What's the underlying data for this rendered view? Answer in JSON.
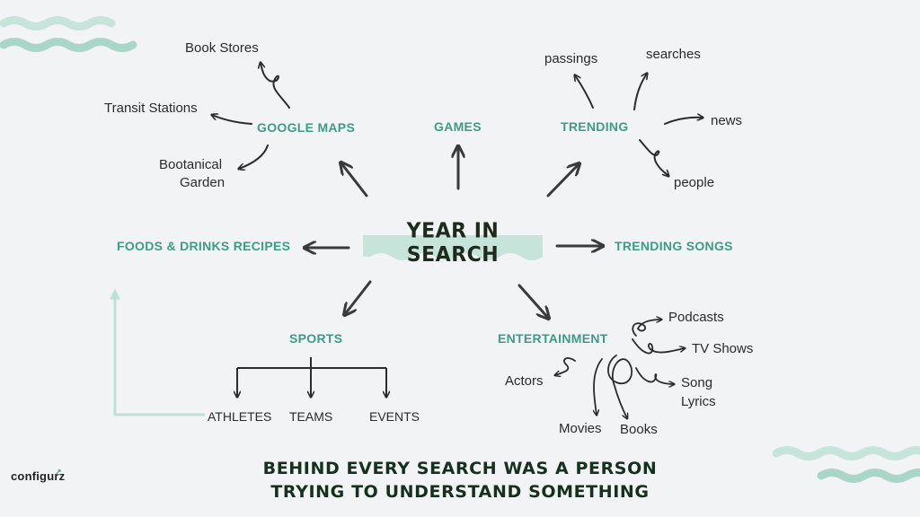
{
  "colors": {
    "background": "#f1f3f4",
    "accent": "#3e9c86",
    "wave": "#bfe0d4",
    "arrow": "#3a3a3a"
  },
  "center": {
    "title": "YEAR IN SEARCH"
  },
  "nodes": {
    "google_maps": "GOOGLE MAPS",
    "games": "GAMES",
    "trending": "TRENDING",
    "foods": "FOODS & DRINKS RECIPES",
    "trending_songs": "TRENDING SONGS",
    "sports": "SPORTS",
    "entertainment": "ENTERTAINMENT"
  },
  "google_maps_children": {
    "book_stores": "Book Stores",
    "transit_stations": "Transit Stations",
    "garden_line1": "Bootanical",
    "garden_line2": "Garden"
  },
  "trending_children": {
    "passings": "passings",
    "searches": "searches",
    "news": "news",
    "people": "people"
  },
  "sports_children": {
    "athletes": "ATHLETES",
    "teams": "TEAMS",
    "events": "EVENTS"
  },
  "entertainment_children": {
    "podcasts": "Podcasts",
    "tv_shows": "TV  Shows",
    "song_lyrics_line1": "Song",
    "song_lyrics_line2": "Lyrics",
    "actors": "Actors",
    "movies": "Movies",
    "books": "Books"
  },
  "tagline": {
    "line1": "BEHIND EVERY SEARCH WAS A PERSON",
    "line2": "TRYING TO UNDERSTAND SOMETHING"
  },
  "brand": {
    "name": "configurz",
    "mark": "↗"
  }
}
